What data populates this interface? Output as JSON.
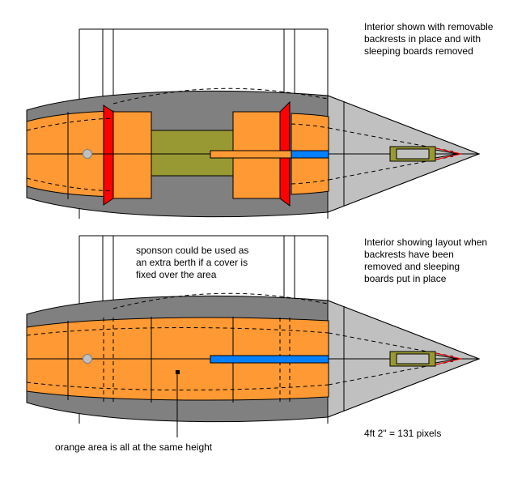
{
  "colors": {
    "hull_dark": "#808080",
    "deck_grey": "#c0c0c0",
    "cushion_orange": "#ff9933",
    "backrest_red": "#ff0000",
    "floor_olive": "#999933",
    "centreboard_blue": "#0080ff",
    "outline": "#000000",
    "background": "#ffffff"
  },
  "top_view": {
    "annotation_lines": [
      "Interior shown with removable",
      "backrests in place and with",
      "sleeping boards removed"
    ]
  },
  "bottom_view": {
    "annotation_lines": [
      "Interior showing layout when",
      "backrests have been",
      "removed and sleeping",
      "boards put in place"
    ],
    "sponson_note_lines": [
      "sponson could be used as",
      "an extra berth if a cover is",
      "fixed over the area"
    ],
    "orange_note": "orange area is all at the same height",
    "scale_note": "4ft 2\" = 131 pixels"
  }
}
